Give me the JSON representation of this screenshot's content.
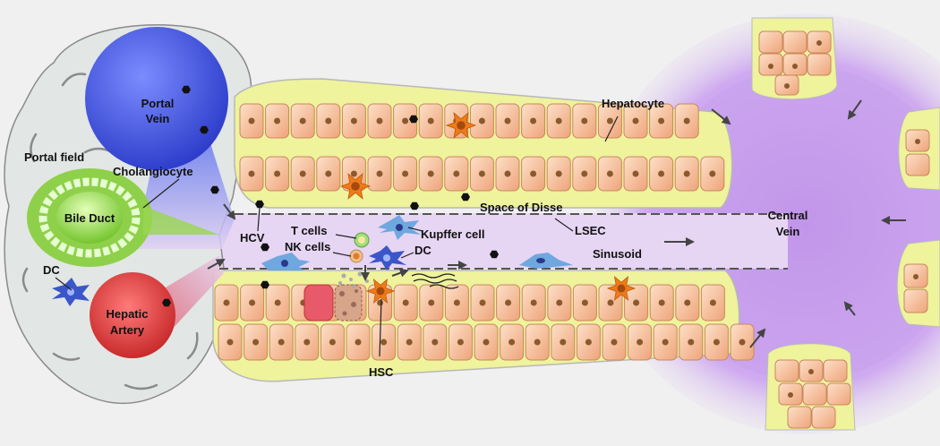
{
  "labels": {
    "portal_vein_line1": "Portal",
    "portal_vein_line2": "Vein",
    "portal_field": "Portal field",
    "cholangiocyte": "Cholangiocyte",
    "bile_duct": "Bile Duct",
    "dc_left": "DC",
    "hepatic_artery_line1": "Hepatic",
    "hepatic_artery_line2": "Artery",
    "hepatocyte": "Hepatocyte",
    "space_of_disse": "Space of Disse",
    "hcv": "HCV",
    "t_cells": "T cells",
    "kupffer_cell": "Kupffer cell",
    "lsec": "LSEC",
    "nk_cells": "NK cells",
    "dc_sinusoid": "DC",
    "sinusoid": "Sinusoid",
    "hsc": "HSC",
    "central_vein_line1": "Central",
    "central_vein_line2": "Vein"
  },
  "colors": {
    "background": "#f0f0f0",
    "portal_vein": "#3a4fd6",
    "hepatic_artery": "#cc2a2a",
    "bile_duct": "#7cc63a",
    "hepatocyte_fill": "#f7c6a3",
    "space_of_disse": "#eef3a0",
    "sinusoid": "#e3cff0",
    "central_vein": "#c9a2ea",
    "hsc": "#f07a18",
    "dc": "#3b56c8",
    "kupffer": "#6ea8df"
  }
}
